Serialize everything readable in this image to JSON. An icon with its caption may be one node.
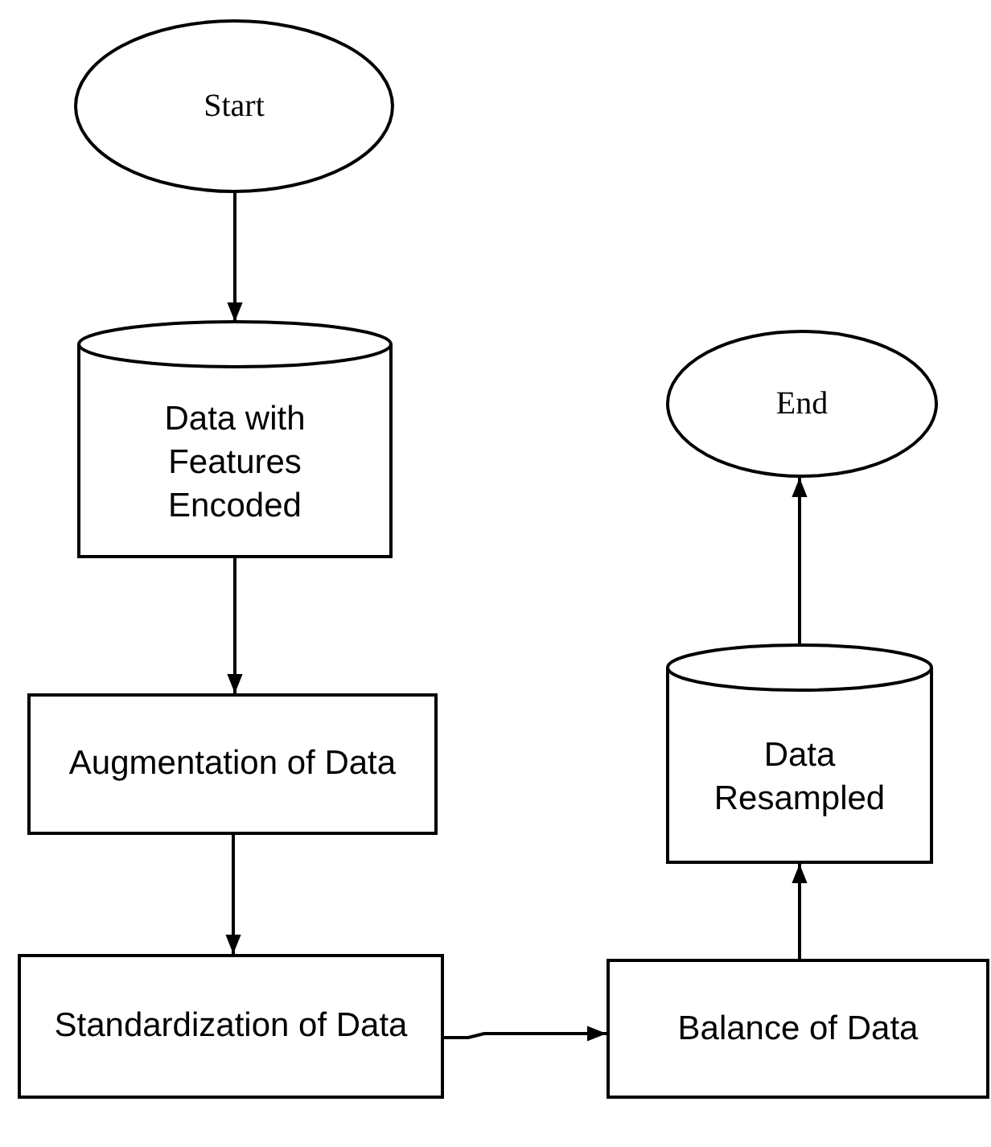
{
  "diagram": {
    "nodes": [
      {
        "text": [
          "Start"
        ]
      },
      {
        "text": [
          "Data with Features Encoded"
        ]
      },
      {
        "text": [
          "Augmentation of Data"
        ]
      },
      {
        "text": [
          "Standardization of Data"
        ]
      },
      {
        "text": [
          "Balance of Data"
        ]
      },
      {
        "text": [
          "Data Resampled"
        ]
      },
      {
        "text": [
          "End"
        ]
      }
    ],
    "edges": [
      {
        "from": 0,
        "to": 1,
        "arrow": "to"
      },
      {
        "from": 1,
        "to": 2,
        "arrow": "to"
      },
      {
        "from": 2,
        "to": 3,
        "arrow": "to"
      },
      {
        "from": 3,
        "to": 4,
        "arrow": "to"
      },
      {
        "from": 4,
        "to": 5,
        "arrow": "to"
      },
      {
        "from": 5,
        "to": 6,
        "arrow": "to"
      }
    ]
  }
}
